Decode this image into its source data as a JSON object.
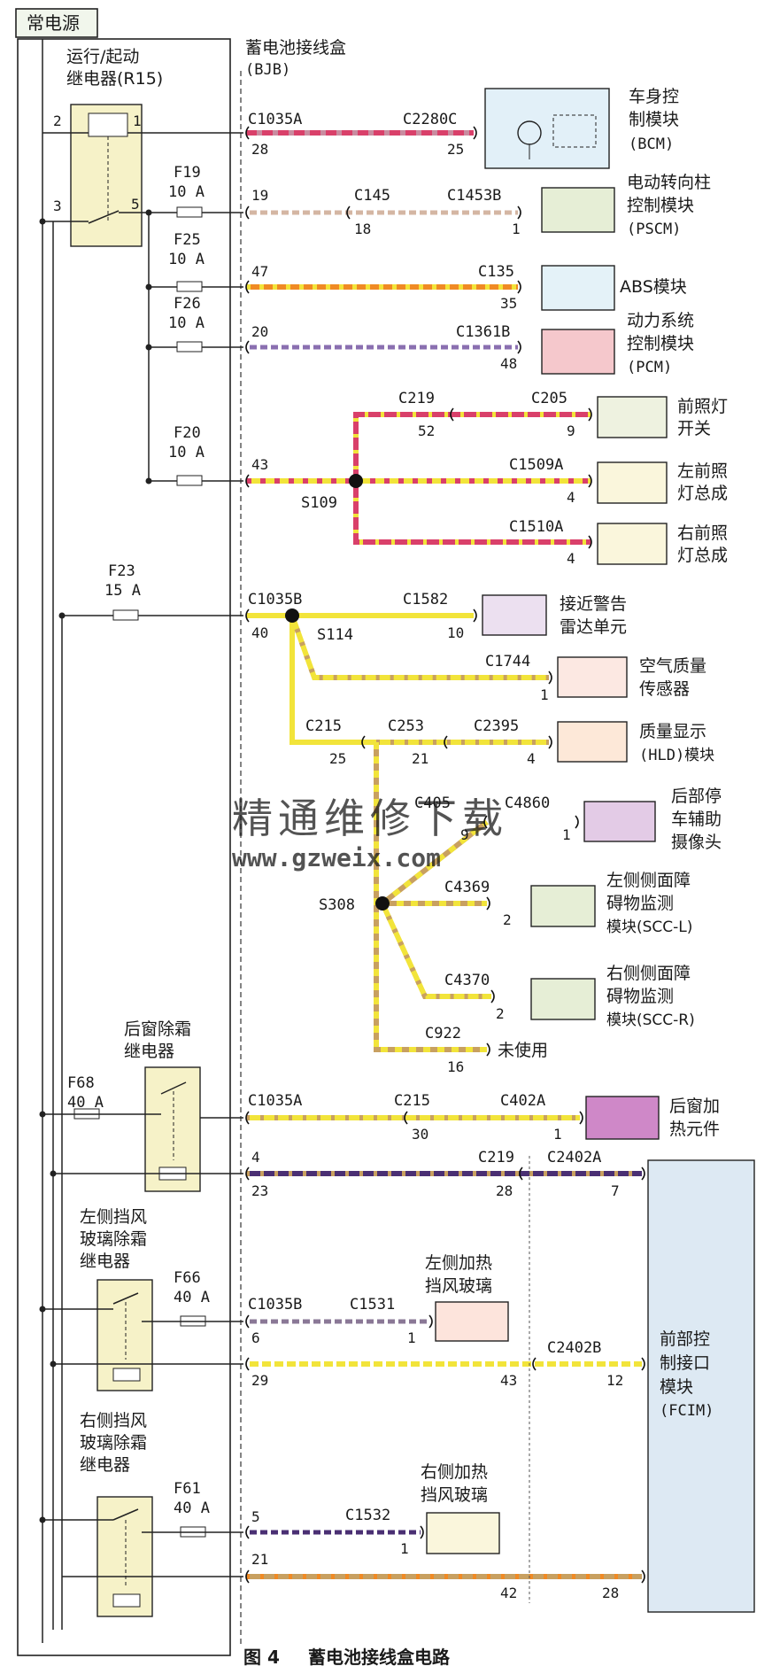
{
  "power_label": "常电源",
  "bjb_label": "蓄电池接线盒",
  "bjb_code": "(BJB)",
  "relays": {
    "run_start": [
      "运行/起动",
      "继电器(R15)"
    ],
    "rear_defrost": [
      "后窗除霜",
      "继电器"
    ],
    "left_ws": [
      "左侧挡风",
      "玻璃除霜",
      "继电器"
    ],
    "right_ws": [
      "右侧挡风",
      "玻璃除霜",
      "继电器"
    ]
  },
  "relay_pins": {
    "p2": "2",
    "p1": "1",
    "p3": "3",
    "p5": "5"
  },
  "fuses": [
    {
      "id": "F19",
      "rating": "10 A"
    },
    {
      "id": "F25",
      "rating": "10 A"
    },
    {
      "id": "F26",
      "rating": "10 A"
    },
    {
      "id": "F20",
      "rating": "10 A"
    },
    {
      "id": "F23",
      "rating": "15 A"
    },
    {
      "id": "F68",
      "rating": "40 A"
    },
    {
      "id": "F66",
      "rating": "40 A"
    },
    {
      "id": "F61",
      "rating": "40 A"
    }
  ],
  "connectors": {
    "c1035a_1": "C1035A",
    "c2280c": "C2280C",
    "c145": "C145",
    "c1453b": "C1453B",
    "c135": "C135",
    "c1361b": "C1361B",
    "c219_1": "C219",
    "c205": "C205",
    "c1509a": "C1509A",
    "c1510a": "C1510A",
    "c1035b_1": "C1035B",
    "c1582": "C1582",
    "c1744": "C1744",
    "c215_1": "C215",
    "c253": "C253",
    "c2395": "C2395",
    "c405": "C405",
    "c4860": "C4860",
    "c4369": "C4369",
    "c4370": "C4370",
    "c922": "C922",
    "c1035a_2": "C1035A",
    "c215_2": "C215",
    "c402a": "C402A",
    "c219_2": "C219",
    "c2402a": "C2402A",
    "c1035b_2": "C1035B",
    "c1531": "C1531",
    "c2402b": "C2402B",
    "c1532": "C1532"
  },
  "pins": {
    "p28a": "28",
    "p25a": "25",
    "p19": "19",
    "p18": "18",
    "p1a": "1",
    "p47": "47",
    "p35": "35",
    "p20": "20",
    "p48": "48",
    "p52": "52",
    "p9": "9",
    "p43a": "43",
    "p4a": "4",
    "p4b": "4",
    "p40": "40",
    "p10": "10",
    "p1b": "1",
    "p25b": "25",
    "p21a": "21",
    "p4c": "4",
    "p9b": "9",
    "p1c": "1",
    "p2a": "2",
    "p2b": "2",
    "p16": "16",
    "p30": "30",
    "p1d": "1",
    "p4d": "4",
    "p23": "23",
    "p28b": "28",
    "p7": "7",
    "p6": "6",
    "p1e": "1",
    "p29": "29",
    "p43b": "43",
    "p12": "12",
    "p5": "5",
    "p1f": "1",
    "p21b": "21",
    "p42": "42",
    "p28c": "28"
  },
  "splices": {
    "s109": "S109",
    "s114": "S114",
    "s308": "S308"
  },
  "modules": {
    "bcm": [
      "车身控",
      "制模块",
      "(BCM)"
    ],
    "pscm": [
      "电动转向柱",
      "控制模块",
      "(PSCM)"
    ],
    "abs": [
      "ABS模块"
    ],
    "pcm": [
      "动力系统",
      "控制模块",
      "(PCM)"
    ],
    "headlamp_switch": [
      "前照灯",
      "开关"
    ],
    "lf_headlamp": [
      "左前照",
      "灯总成"
    ],
    "rf_headlamp": [
      "右前照",
      "灯总成"
    ],
    "proximity": [
      "接近警告",
      "雷达单元"
    ],
    "air_quality": [
      "空气质量",
      "传感器"
    ],
    "hld": [
      "质量显示",
      "(HLD)模块"
    ],
    "rear_camera": [
      "后部停",
      "车辅助",
      "摄像头"
    ],
    "scc_l": [
      "左侧侧面障",
      "碍物监测",
      "模块(SCC-L)"
    ],
    "scc_r": [
      "右侧侧面障",
      "碍物监测",
      "模块(SCC-R)"
    ],
    "unused": "未使用",
    "rear_heater": [
      "后窗加",
      "热元件"
    ],
    "fcim": [
      "前部控",
      "制接口",
      "模块",
      "(FCIM)"
    ],
    "left_ws_heat": [
      "左侧加热",
      "挡风玻璃"
    ],
    "right_ws_heat": [
      "右侧加热",
      "挡风玻璃"
    ]
  },
  "watermark": {
    "cn": "精通维修下载",
    "url": "www.gzweix.com"
  },
  "caption": {
    "fig": "图 4",
    "title": "蓄电池接线盒电路"
  },
  "colors": {
    "red_pink": "#d9406a",
    "tan_white": "#d4b6a3",
    "orange_yellow": "#f08a24",
    "purple_white": "#8a6fb0",
    "yellow": "#f2e43a",
    "tan_yellow": "#c8a060",
    "dark_purple": "#4a2f73",
    "gray_purple": "#8a7896",
    "bcm_fill": "#e2f0f8",
    "pscm_fill": "#e6eed6",
    "abs_fill": "#e4f2f8",
    "pcm_fill": "#f5c8cc",
    "watermark": "#f0a090"
  }
}
